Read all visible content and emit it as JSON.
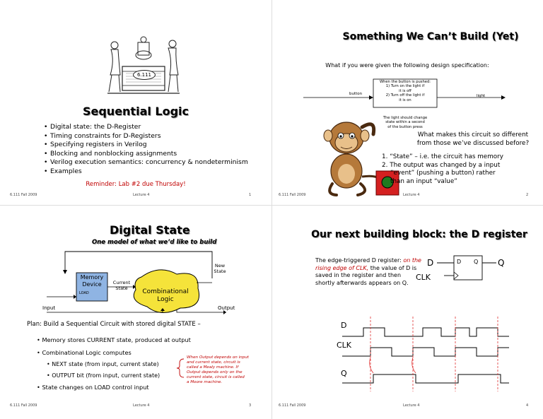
{
  "slides": [
    {
      "title": "Sequential Logic",
      "bullets": [
        "Digital state: the D-Register",
        "Timing constraints for D-Registers",
        "Specifying registers in Verilog",
        "Blocking and nonblocking assignments",
        "Verilog execution semantics: concurrency & nondeterminism",
        "Examples"
      ],
      "reminder": "Reminder: Lab #2 due Thursday!",
      "logo_text": "6.111",
      "footer_course": "6.111 Fall 2009",
      "footer_lecture": "Lecture 4",
      "page": "1"
    },
    {
      "title": "Something We Can’t Build (Yet)",
      "intro": "What if you were given the following design specification:",
      "spec_button_label": "button",
      "spec_light_label": "light",
      "spec_box_text": [
        "When the button is pushed:",
        "1) Turn on the light if",
        "it is off",
        "2) Turn off the light if",
        "it is on"
      ],
      "spec_note": [
        "The light should change",
        "state within a second",
        "of the button press"
      ],
      "question": [
        "What makes this circuit so different",
        "from those we’ve discussed before?"
      ],
      "answers": [
        "1. “State” – i.e. the circuit has memory",
        "2. The output was changed by a input",
        "“event” (pushing a button) rather",
        "than an input “value”"
      ],
      "footer_course": "6.111 Fall 2009",
      "footer_lecture": "Lecture 4",
      "page": "2"
    },
    {
      "title": "Digital State",
      "subtitle": "One model of what we’d like to build",
      "memory_label": [
        "Memory",
        "Device"
      ],
      "load_label": "LOAD",
      "current_state": [
        "Current",
        "State"
      ],
      "new_state": [
        "New",
        "State"
      ],
      "comb_logic": [
        "Combinational",
        "Logic"
      ],
      "input_label": "Input",
      "output_label": "Output",
      "plan": "Plan: Build a Sequential Circuit with stored digital STATE –",
      "points": [
        "Memory stores CURRENT state, produced at output",
        "Combinational Logic computes",
        "NEXT state (from input, current state)",
        "OUTPUT bit (from input, current state)",
        "State changes on LOAD control input"
      ],
      "note": [
        "When Output depends on input",
        "and current state, circuit is",
        "called a Mealy machine. If",
        "Output depends only on the",
        "current state, circuit is called",
        "a Moore machine."
      ],
      "footer_course": "6.111 Fall 2009",
      "footer_lecture": "Lecture 4",
      "page": "3"
    },
    {
      "title": "Our next building block: the D register",
      "desc_1": "The edge-triggered D register: ",
      "desc_red": "on the rising edge of CLK,",
      "desc_2": " the value of D is saved in the register and then shortly afterwards appears on Q.",
      "d_label": "D",
      "q_label": "Q",
      "clk_label": "CLK",
      "reg_d": "D",
      "reg_q": "Q",
      "wave_d": "D",
      "wave_clk": "CLK",
      "wave_q": "Q",
      "footer_course": "6.111 Fall 2009",
      "footer_lecture": "Lecture 4",
      "page": "4"
    }
  ]
}
